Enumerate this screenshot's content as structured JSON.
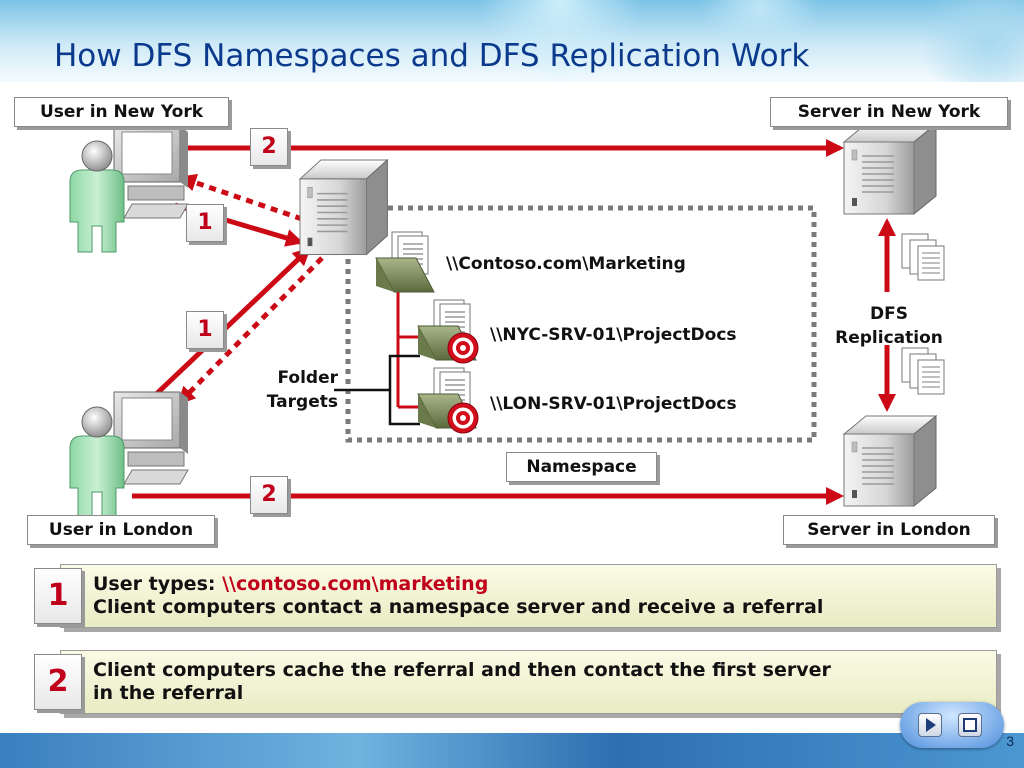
{
  "slide": {
    "title": "How DFS Namespaces and DFS Replication Work",
    "page_number": "3"
  },
  "labels": {
    "user_new_york": "User in New York",
    "server_new_york": "Server in New York",
    "user_london": "User in London",
    "server_london": "Server in London",
    "namespace": "Namespace",
    "folder_targets_line1": "Folder",
    "folder_targets_line2": "Targets",
    "dfs_replication_line1": "DFS",
    "dfs_replication_line2": "Replication"
  },
  "paths": {
    "namespace_root": "\\\\Contoso.com\\Marketing",
    "target_nyc": "\\\\NYC-SRV-01\\ProjectDocs",
    "target_lon": "\\\\LON-SRV-01\\ProjectDocs"
  },
  "step_badges": {
    "ny_step2": "2",
    "ny_step1": "1",
    "london_step1": "1",
    "london_step2": "2"
  },
  "steps": [
    {
      "number": "1",
      "prefix": "User types: ",
      "highlight": "\\\\contoso.com\\marketing",
      "line2": "Client computers contact a namespace server and receive a referral"
    },
    {
      "number": "2",
      "line1": "Client computers cache the referral and then contact the first server",
      "line2": "in the referral"
    }
  ],
  "colors": {
    "arrow_red": "#cc0a16",
    "title_blue": "#0b3a8c",
    "badge_red": "#c0001a"
  },
  "icons": [
    "user-computer-icon",
    "server-icon",
    "folder-icon",
    "target-icon",
    "document-stack-icon",
    "play-icon",
    "stop-icon"
  ]
}
